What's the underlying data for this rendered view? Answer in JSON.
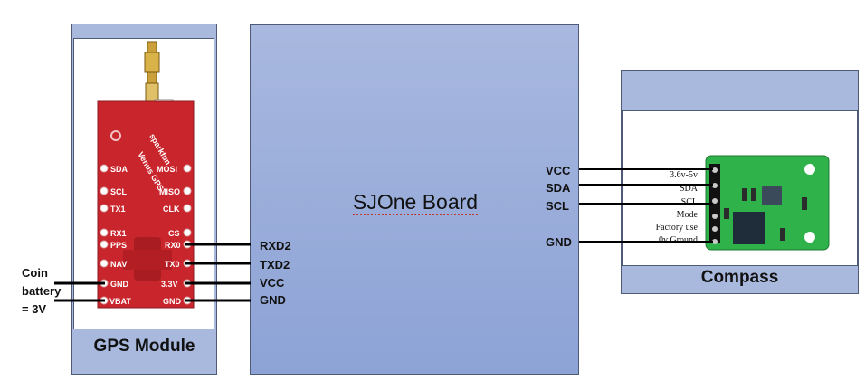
{
  "sjone": {
    "title": "SJOne Board",
    "left_pins": [
      "RXD2",
      "TXD2",
      "VCC",
      "GND"
    ],
    "right_pins": [
      "VCC",
      "SDA",
      "SCL",
      "GND"
    ]
  },
  "gps": {
    "title": "GPS Module",
    "board_brand": "sparkfun",
    "board_subtitle": "Venus GPS",
    "left_pins": [
      "SDA",
      "SCL",
      "TX1",
      "RX1",
      "PPS",
      "NAV",
      "GND",
      "VBAT"
    ],
    "right_pins": [
      "MOSI",
      "MISO",
      "CLK",
      "CS",
      "RX0",
      "TX0",
      "3.3V",
      "GND"
    ]
  },
  "compass": {
    "title": "Compass",
    "pins": [
      "3.6v-5v",
      "SDA",
      "SCL",
      "Mode",
      "Factory use",
      "0v Ground"
    ]
  },
  "battery": {
    "line1": "Coin",
    "line2": "battery",
    "line3": "= 3V"
  },
  "colors": {
    "panel": "#a9b9de",
    "board": "#8da3d6",
    "gps_pcb": "#c9252c",
    "compass_pcb": "#2fb24a",
    "wire": "#000000"
  }
}
